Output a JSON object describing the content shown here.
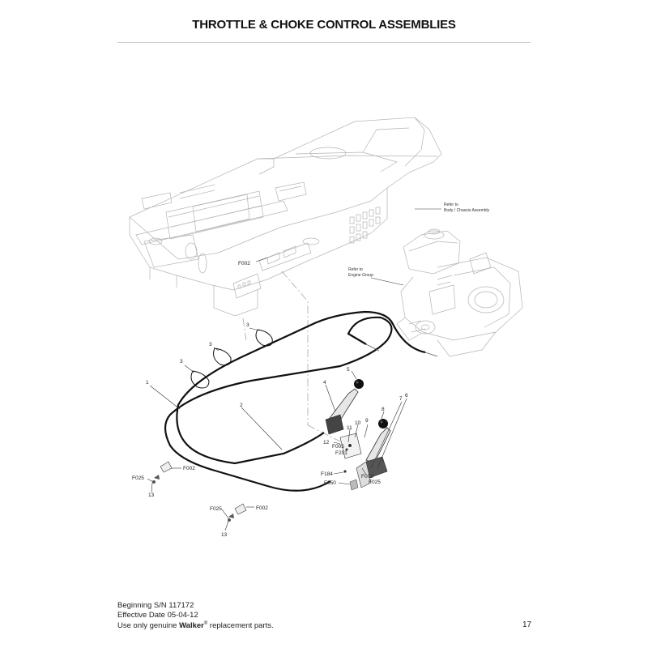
{
  "page": {
    "title": "THROTTLE & CHOKE CONTROL ASSEMBLIES",
    "page_number": "17"
  },
  "footer": {
    "line1": "Beginning S/N 117172",
    "line2": "Effective Date 05-04-12",
    "line3_prefix": "Use only genuine ",
    "line3_brand": "Walker",
    "line3_reg": "®",
    "line3_suffix": " replacement parts."
  },
  "callouts": {
    "refer_body": [
      "Refer to",
      "Body / Chassis Assembly"
    ],
    "refer_engine": [
      "Refer to",
      "Engine Group"
    ],
    "f002_top": "F002",
    "p1": "1",
    "p2": "2",
    "p3a": "3",
    "p3b": "3",
    "p3c": "3",
    "p4": "4",
    "p5": "5",
    "p6": "6",
    "p7": "7",
    "p8": "8",
    "p9": "9",
    "p10": "10",
    "p11": "11",
    "p12": "12",
    "f005": "F005",
    "f201": "F201",
    "f184": "F184",
    "f050": "F050",
    "f002_right": "F002",
    "f025_right": "F025",
    "f025_left": "F025",
    "f002_left": "F002",
    "p13_left": "13",
    "f025_low": "F025",
    "f002_low": "F002",
    "p13_low": "13"
  }
}
